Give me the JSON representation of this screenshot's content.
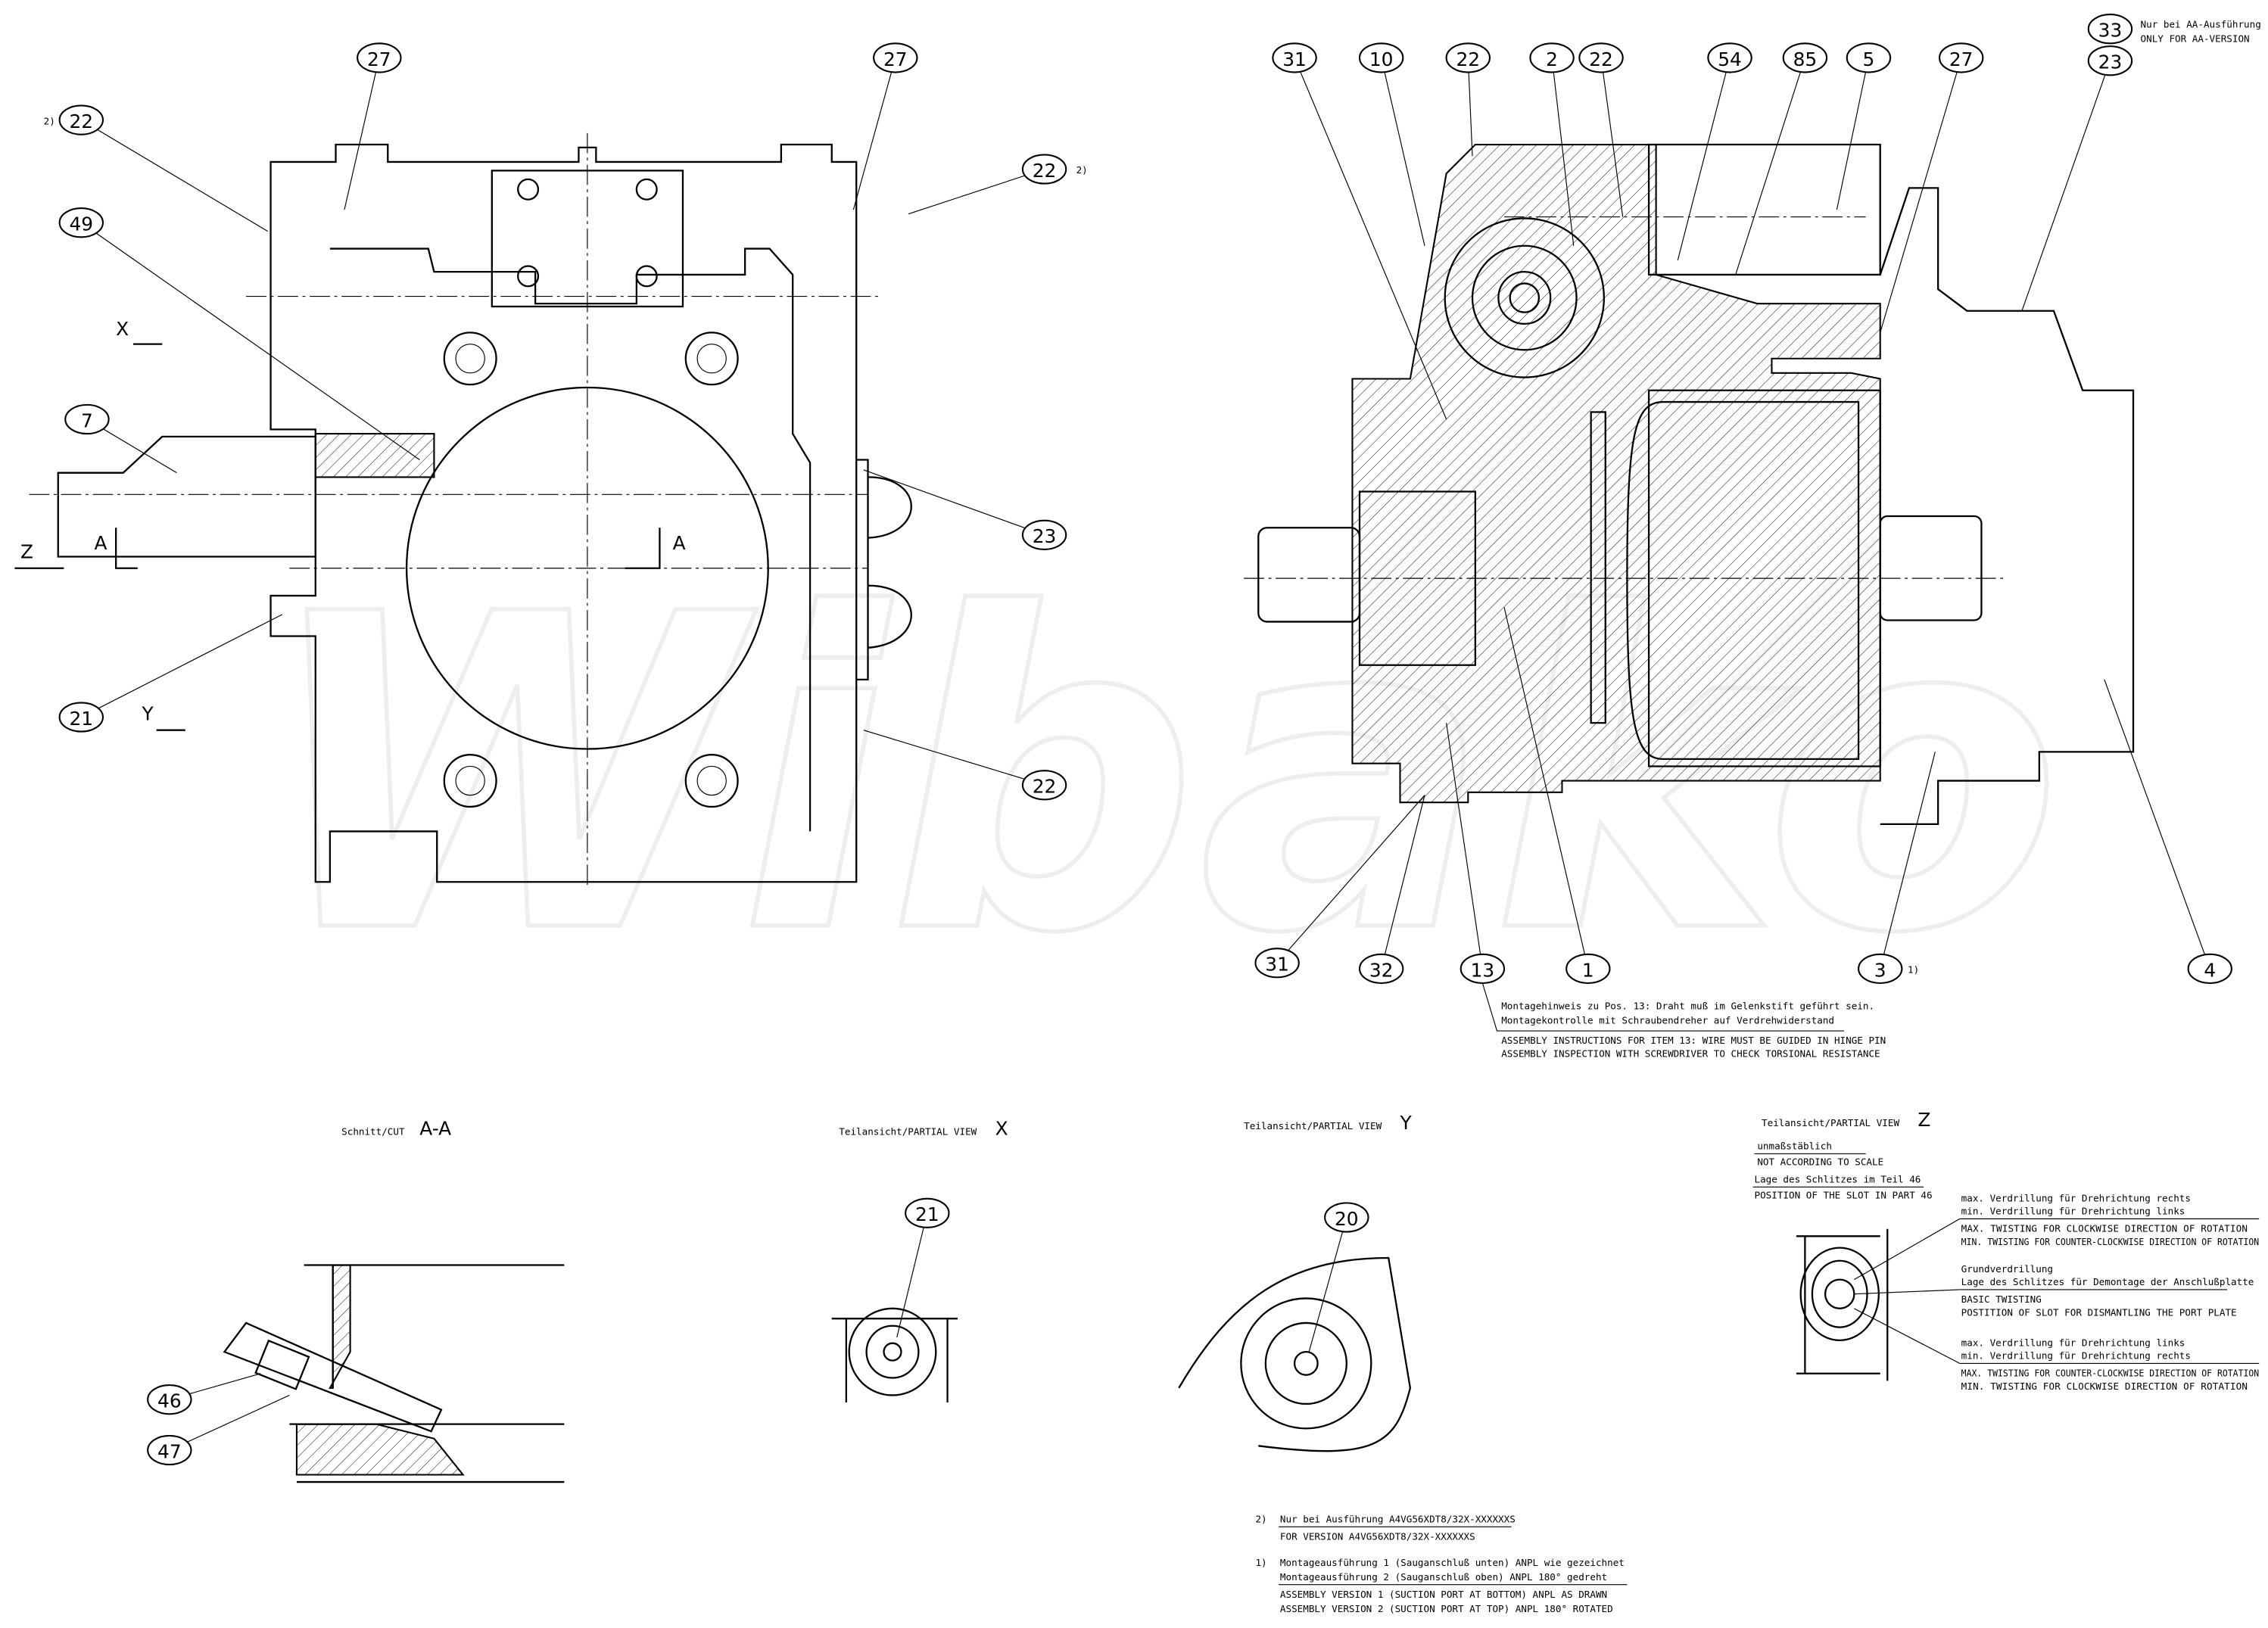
{
  "watermark": "Wibako",
  "balloons": {
    "left_view": [
      "27",
      "27",
      "22",
      "49",
      "22",
      "7",
      "23",
      "21",
      "22"
    ],
    "right_view_top": [
      "31",
      "10",
      "22",
      "2",
      "22",
      "54",
      "85",
      "5",
      "27",
      "33",
      "23"
    ],
    "right_view_bottom": [
      "31",
      "32",
      "13",
      "1",
      "3",
      "4"
    ],
    "cut_aa": [
      "46",
      "47"
    ],
    "view_x": [
      "21"
    ],
    "view_y": [
      "20"
    ]
  },
  "footnote_marks": {
    "two": "2)",
    "one": "1)"
  },
  "view_letters": {
    "x": "X",
    "y": "Y",
    "z": "Z",
    "a": "A"
  },
  "aa_note": {
    "de": "Nur bei AA-Ausführung",
    "en": "ONLY FOR AA-VERSION"
  },
  "assembly_note": {
    "de1": "Montagehinweis zu Pos. 13: Draht muß im Gelenkstift geführt sein.",
    "de2": "Montagekontrolle mit Schraubendreher auf Verdrehwiderstand",
    "en1": "ASSEMBLY INSTRUCTIONS FOR ITEM 13: WIRE MUST BE GUIDED IN HINGE PIN",
    "en2": "ASSEMBLY INSPECTION WITH SCREWDRIVER TO CHECK TORSIONAL RESISTANCE"
  },
  "titles": {
    "cut_prefix": "Schnitt/CUT",
    "cut_letter": "A-A",
    "partial_prefix": "Teilansicht/PARTIAL VIEW",
    "x": "X",
    "y": "Y",
    "z": "Z"
  },
  "view_z": {
    "scale_de": "unmaßstäblich",
    "scale_en": "NOT ACCORDING TO SCALE",
    "slot_de": "Lage des Schlitzes im Teil 46",
    "slot_en": "POSITION OF THE SLOT IN PART 46",
    "max_de1": "max. Verdrillung für Drehrichtung rechts",
    "max_de2": "min. Verdrillung für Drehrichtung links",
    "max_en1": "MAX. TWISTING FOR CLOCKWISE DIRECTION OF ROTATION",
    "max_en2": "MIN. TWISTING FOR COUNTER-CLOCKWISE DIRECTION OF ROTATION",
    "basic_de1": "Grundverdrillung",
    "basic_de2": "Lage des Schlitzes für Demontage der Anschlußplatte",
    "basic_en1": "BASIC TWISTING",
    "basic_en2": "POSTITION OF SLOT FOR DISMANTLING THE PORT PLATE",
    "min_de1": "max. Verdrillung für Drehrichtung links",
    "min_de2": "min. Verdrillung für Drehrichtung rechts",
    "min_en1": "MAX. TWISTING FOR COUNTER-CLOCKWISE DIRECTION OF ROTATION",
    "min_en2": "MIN. TWISTING FOR CLOCKWISE DIRECTION OF ROTATION"
  },
  "footnotes": {
    "f2_de": "Nur bei Ausführung A4VG56XDT8/32X-XXXXXXS",
    "f2_en": "FOR VERSION A4VG56XDT8/32X-XXXXXXS",
    "f1_de1": "Montageausführung 1 (Sauganschluß unten) ANPL wie gezeichnet",
    "f1_de2": "Montageausführung 2 (Sauganschluß oben) ANPL 180° gedreht",
    "f1_en1": "ASSEMBLY VERSION 1 (SUCTION PORT AT BOTTOM) ANPL AS DRAWN",
    "f1_en2": "ASSEMBLY VERSION 2 (SUCTION PORT AT TOP) ANPL 180° ROTATED"
  }
}
